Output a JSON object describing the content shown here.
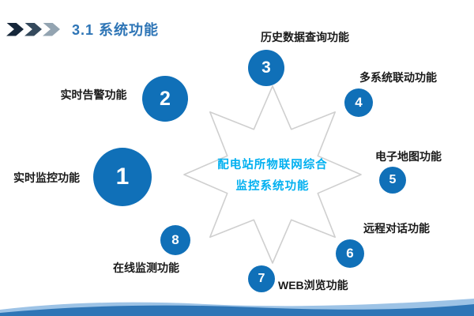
{
  "slide": {
    "title": "3.1 系统功能"
  },
  "center": {
    "line1": "配电站所物联网综合",
    "line2": "监控系统功能"
  },
  "items": [
    {
      "num": "1",
      "label": "实时监控功能"
    },
    {
      "num": "2",
      "label": "实时告警功能"
    },
    {
      "num": "3",
      "label": "历史数据查询功能"
    },
    {
      "num": "4",
      "label": "多系统联动功能"
    },
    {
      "num": "5",
      "label": "电子地图功能"
    },
    {
      "num": "6",
      "label": "远程对话功能"
    },
    {
      "num": "7",
      "label": "WEB浏览功能"
    },
    {
      "num": "8",
      "label": "在线监测功能"
    }
  ],
  "colors": {
    "title_blue": "#2e75b6",
    "circle_blue": "#1070b8",
    "center_text_cyan": "#00b0f0",
    "wave_blue": "#2e75b6",
    "wave_light_blue": "#9dc3e6"
  }
}
